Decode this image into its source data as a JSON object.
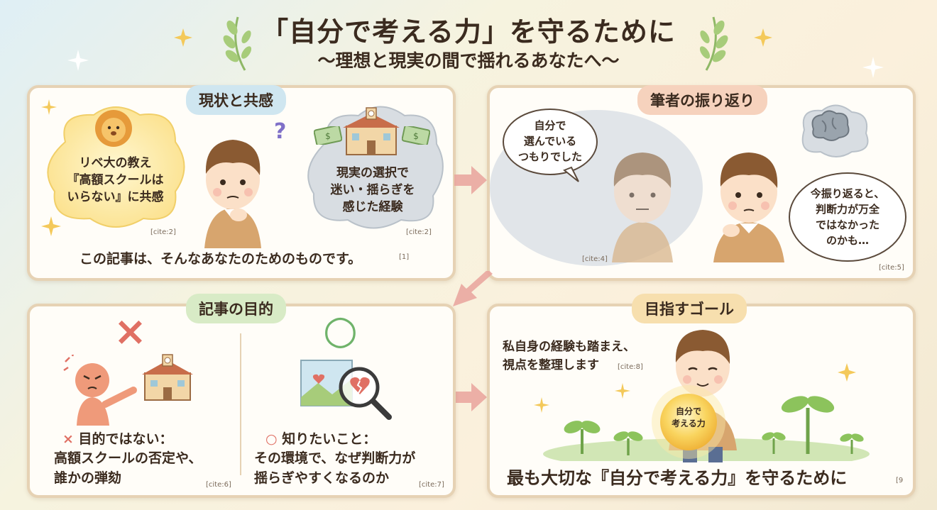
{
  "header": {
    "title": "「自分で考える力」を守るために",
    "subtitle": "〜理想と現実の間で揺れるあなたへ〜"
  },
  "panel_current": {
    "label": "現状と共感",
    "bubble_left": [
      "リベ大の教え",
      "『高額スクールは",
      "いらない』に共感"
    ],
    "bubble_left_cite": "[cite:2]",
    "bubble_right": [
      "現実の選択で",
      "迷い・揺らぎを",
      "感じた経験"
    ],
    "bubble_right_cite": "[cite:2]",
    "caption": "この記事は、そんなあなたのためのものです。",
    "caption_cite": "[1]"
  },
  "panel_reflection": {
    "label": "筆者の振り返り",
    "bubble_past": [
      "自分で",
      "選んでいる",
      "つもりでした"
    ],
    "past_cite": "[cite:4]",
    "bubble_now": [
      "今振り返ると、",
      "判断力が万全",
      "ではなかった",
      "のかも…"
    ],
    "now_cite": "[cite:5]"
  },
  "panel_purpose": {
    "label": "記事の目的",
    "not_purpose_title": "目的ではない：",
    "not_purpose_body": [
      "高額スクールの否定や、",
      "誰かの弾劾"
    ],
    "not_cite": "[cite:6]",
    "want_title": "知りたいこと：",
    "want_body": [
      "その環境で、なぜ判断力が",
      "揺らぎやすくなるのか"
    ],
    "want_cite": "[cite:7]",
    "cross_mark": "×",
    "circle_mark": "○"
  },
  "panel_goal": {
    "label": "目指すゴール",
    "intro": [
      "私自身の経験も踏まえ、",
      "視点を整理します"
    ],
    "intro_cite": "[cite:8]",
    "orb_text": [
      "自分で",
      "考える力"
    ],
    "footer": "最も大切な『自分で考える力』を守るために",
    "footer_cite": "[9"
  },
  "colors": {
    "panel_border": "#e6d2b4",
    "label_blue": "#cfe6f0",
    "label_peach": "#f6d2bd",
    "label_green": "#d8ebc6",
    "label_orange": "#f7dfae",
    "arrow": "#e9a39c",
    "cross": "#e07064",
    "circle": "#6fb36a"
  },
  "icons": [
    "lion-icon",
    "school-icon",
    "money-icon",
    "brain-icon",
    "question-mark-icon",
    "magnifier-icon",
    "broken-heart-icon",
    "sprout-icon",
    "sparkle-icon",
    "laurel-icon"
  ]
}
